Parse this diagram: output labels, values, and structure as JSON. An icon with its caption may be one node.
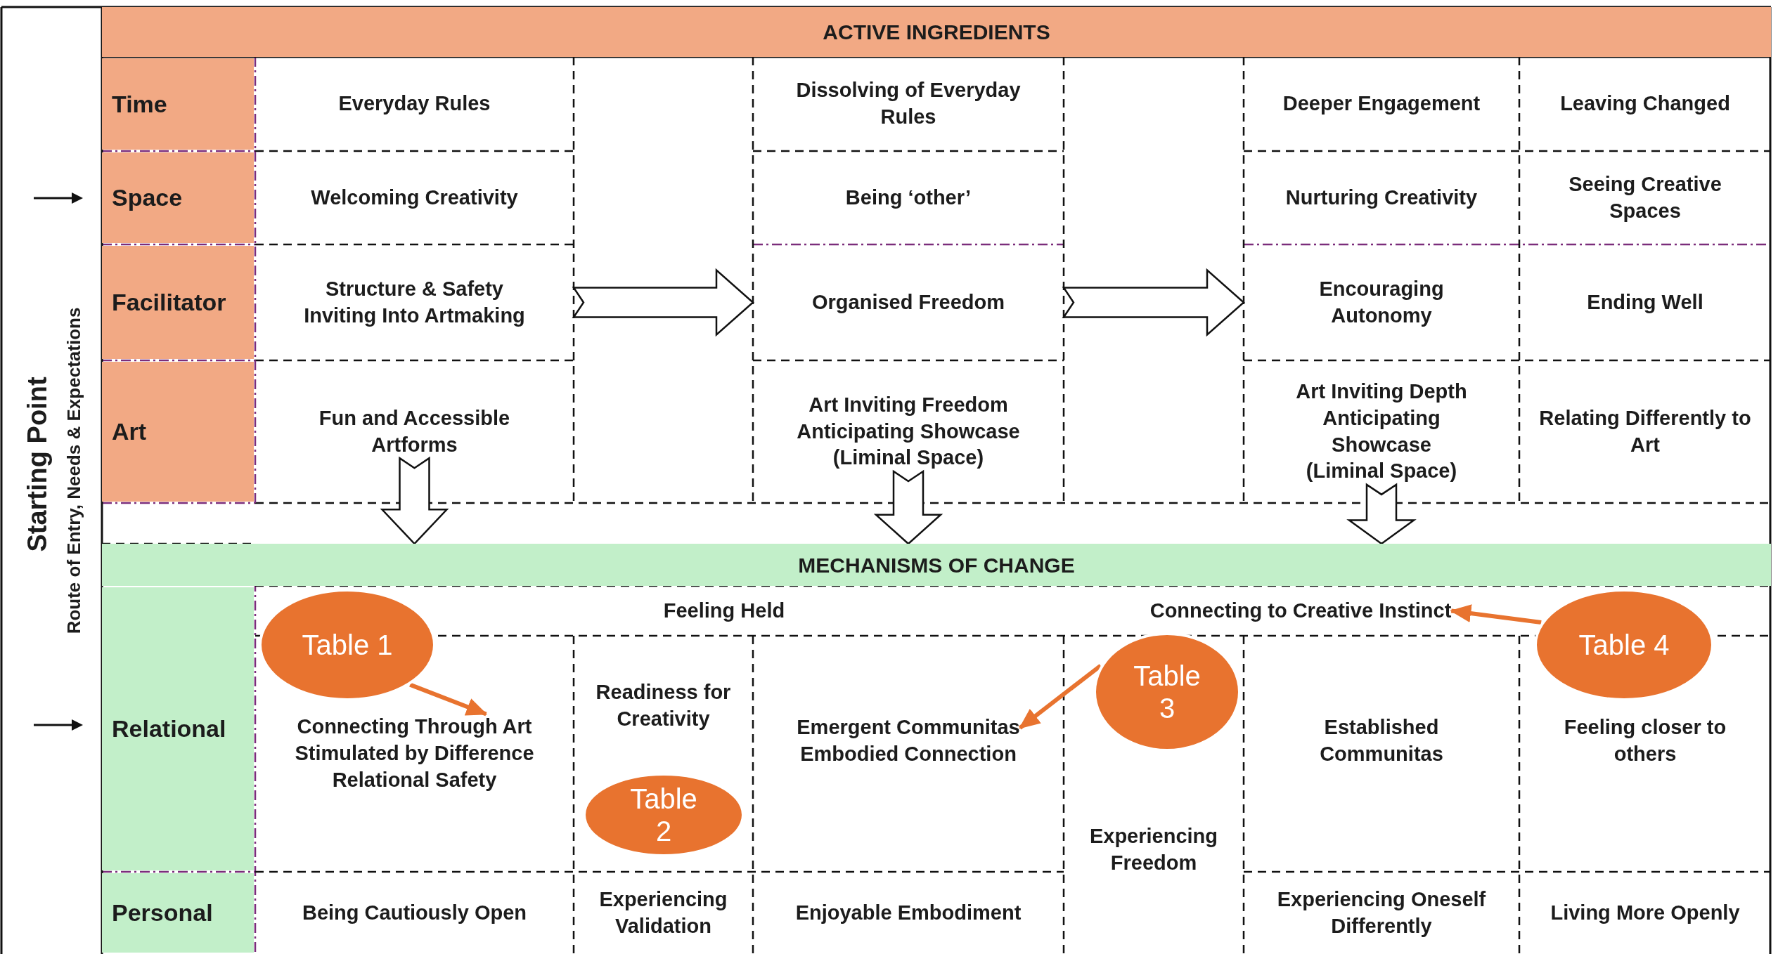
{
  "diagram": {
    "nodes": [
      {
        "text": [
          "ACTIVE INGREDIENTS"
        ]
      },
      {
        "text": [
          "Time"
        ]
      },
      {
        "text": [
          "Everyday Rules"
        ]
      },
      {
        "text": [
          "Dissolving of Everyday Rules"
        ]
      },
      {
        "text": [
          "Deeper Engagement"
        ]
      },
      {
        "text": [
          "Leaving Changed"
        ]
      },
      {
        "text": [
          "Space"
        ]
      },
      {
        "text": [
          "Welcoming Creativity"
        ]
      },
      {
        "text": [
          "Being ‘other’"
        ]
      },
      {
        "text": [
          "Nurturing Creativity"
        ]
      },
      {
        "text": [
          "Seeing Creative Spaces"
        ]
      },
      {
        "text": [
          "Facilitator"
        ]
      },
      {
        "text": [
          "Structure & Safety",
          "Inviting Into Artmaking"
        ]
      },
      {
        "text": [
          "Organised Freedom"
        ]
      },
      {
        "text": [
          "Encouraging Autonomy"
        ]
      },
      {
        "text": [
          "Ending Well"
        ]
      },
      {
        "text": [
          "Art"
        ]
      },
      {
        "text": [
          "Fun and Accessible Artforms"
        ]
      },
      {
        "text": [
          "Art Inviting Freedom",
          "Anticipating Showcase (Liminal Space)"
        ]
      },
      {
        "text": [
          "Art Inviting Depth",
          "Anticipating Showcase (Liminal Space)"
        ]
      },
      {
        "text": [
          "Relating Differently to Art"
        ]
      },
      {
        "text": [
          "MECHANISMS OF CHANGE"
        ]
      },
      {
        "text": [
          "Feeling Held"
        ]
      },
      {
        "text": [
          "Connecting to Creative Instinct"
        ]
      },
      {
        "text": [
          "Relational"
        ]
      },
      {
        "text": [
          "Connecting Through Art",
          "Stimulated by Difference",
          "Relational Safety"
        ]
      },
      {
        "text": [
          "Readiness for Creativity"
        ]
      },
      {
        "text": [
          "Emergent Communitas",
          "Embodied Connection"
        ]
      },
      {
        "text": [
          "Experiencing Freedom"
        ]
      },
      {
        "text": [
          "Established Communitas"
        ]
      },
      {
        "text": [
          "Feeling closer to others"
        ]
      },
      {
        "text": [
          "Personal"
        ]
      },
      {
        "text": [
          "Being Cautiously Open"
        ]
      },
      {
        "text": [
          "Experiencing Validation"
        ]
      },
      {
        "text": [
          "Enjoyable Embodiment"
        ]
      },
      {
        "text": [
          "Experiencing Oneself Differently"
        ]
      },
      {
        "text": [
          "Living More Openly"
        ]
      },
      {
        "text": [
          "Table 1"
        ]
      },
      {
        "text": [
          "Table 2"
        ]
      },
      {
        "text": [
          "Table 3"
        ]
      },
      {
        "text": [
          "Table 4"
        ]
      }
    ],
    "edges": [
      {
        "from": 12,
        "to": 13,
        "arrow": "to",
        "style": "thick"
      },
      {
        "from": 13,
        "to": 14,
        "arrow": "to",
        "style": "thick"
      },
      {
        "from": 17,
        "to": 21,
        "arrow": "to",
        "style": "thick"
      },
      {
        "from": 18,
        "to": 21,
        "arrow": "to",
        "style": "thick"
      },
      {
        "from": 19,
        "to": 21,
        "arrow": "to",
        "style": "thick"
      },
      {
        "from": 37,
        "to": 25,
        "arrow": "to",
        "color": "#e8732f"
      },
      {
        "from": 39,
        "to": 27,
        "arrow": "to",
        "color": "#e8732f"
      },
      {
        "from": 40,
        "to": 23,
        "arrow": "to",
        "color": "#e8732f"
      }
    ],
    "labels": [
      "Starting Point",
      "Route of Entry, Needs & Expectations"
    ]
  }
}
